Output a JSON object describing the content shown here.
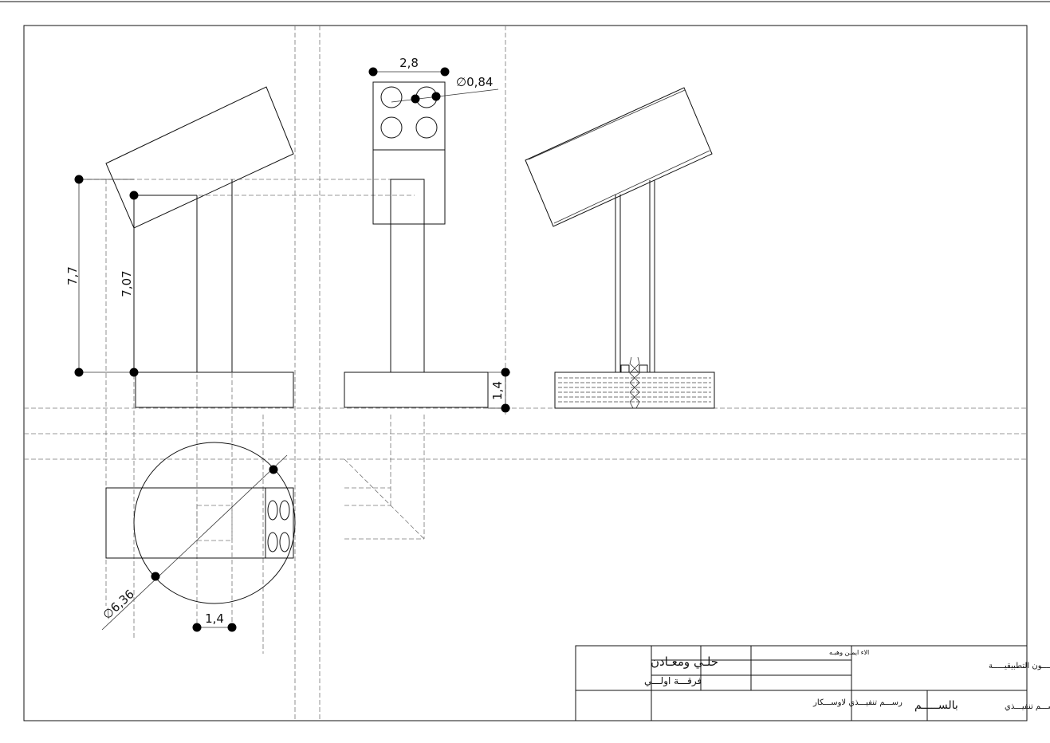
{
  "dimensions": {
    "width_top": "2,8",
    "hole_diameter": "∅0,84",
    "height_outer": "7,7",
    "height_inner": "7,07",
    "base_thickness": "1,4",
    "circle_diameter": "∅6,36",
    "stem_width": "1,4"
  },
  "title_block": {
    "department_line1": "حلـي ومعـادن",
    "department_line2": "فرقـــة اولـــي",
    "student_name": "الاء ايمـن وهبـه",
    "faculty": "كليـــــة الفنـــــون التطبيقيـــــة",
    "drawing_title": "رســـم تنفيـــذي لاوســـكار",
    "scale_label": "بالســـــم",
    "drawing_type": "رســـم تنفيـــذي"
  }
}
